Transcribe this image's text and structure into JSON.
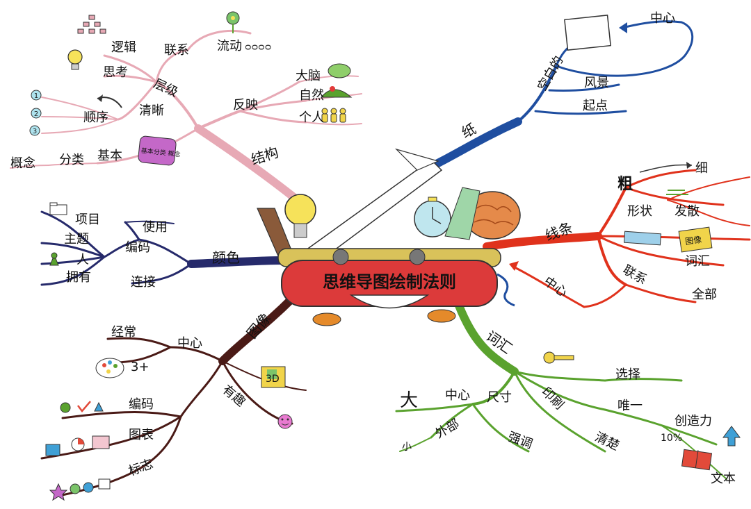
{
  "center": {
    "title": "思维导图绘制法则"
  },
  "colors": {
    "pink": "#e7a9b5",
    "blue": "#1f4ea0",
    "red": "#e0321c",
    "green": "#5aa22e",
    "navy": "#262a6b",
    "maroon": "#4a1a16",
    "knife_red": "#dc3a3a",
    "handle_gold": "#d9c25a"
  },
  "branches": {
    "pink": {
      "label": "结构",
      "nodes": {
        "hierarchy": "层级",
        "clear": "清晰",
        "logic": "逻辑",
        "think": "思考",
        "connect": "联系",
        "flow": "流动",
        "order": "顺序",
        "basic": "基本",
        "category": "分类",
        "concept": "概念",
        "basic_class": "基本分类 概念",
        "reflect": "反映",
        "brain": "大脑",
        "nature": "自然",
        "people": "个人"
      },
      "order_numbers": [
        "1",
        "2",
        "3"
      ]
    },
    "blue": {
      "label": "纸",
      "nodes": {
        "blank": "空白的",
        "center": "中心",
        "landscape": "风景",
        "start": "起点"
      }
    },
    "red": {
      "label": "线条",
      "nodes": {
        "thick": "粗",
        "thin": "细",
        "shape": "形状",
        "divergent": "发散",
        "image": "图像",
        "vocabulary": "词汇",
        "connect": "联系",
        "all": "全部",
        "center": "中心"
      }
    },
    "green": {
      "label": "词汇",
      "nodes": {
        "center": "中心",
        "size": "尺寸",
        "big": "大",
        "small": "小",
        "outer": "外部",
        "emphasis": "强调",
        "print": "印刷",
        "clear": "清楚",
        "choose": "选择",
        "unique": "唯一",
        "creativity": "创造力",
        "percent": "10%",
        "text": "文本"
      }
    },
    "navy": {
      "label": "颜色",
      "nodes": {
        "use": "使用",
        "item": "项目",
        "subject": "主题",
        "person": "人",
        "own": "拥有",
        "code": "编码",
        "link": "连接"
      }
    },
    "maroon": {
      "label": "图像",
      "nodes": {
        "center": "中心",
        "often": "经常",
        "three_plus": "3+",
        "code": "编码",
        "chart": "图表",
        "mark": "标志",
        "fun": "有趣"
      },
      "cube_label": "3D"
    }
  }
}
